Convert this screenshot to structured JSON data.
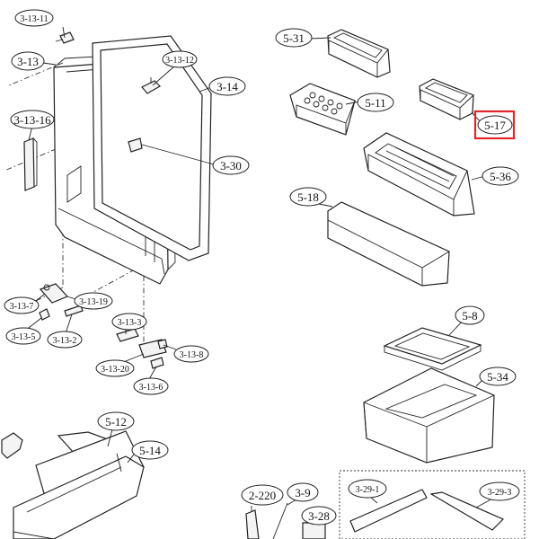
{
  "labels": {
    "l_3_13_11": "3-13-11",
    "l_3_13": "3-13",
    "l_3_13_12": "3-13-12",
    "l_3_14": "3-14",
    "l_3_13_16": "3-13-16",
    "l_3_30": "3-30",
    "l_5_31": "5-31",
    "l_5_11": "5-11",
    "l_5_17": "5-17",
    "l_5_36": "5-36",
    "l_5_18": "5-18",
    "l_3_13_7": "3-13-7",
    "l_3_13_19": "3-13-19",
    "l_3_13_5": "3-13-5",
    "l_3_13_2": "3-13-2",
    "l_3_13_3": "3-13-3",
    "l_3_13_8": "3-13-8",
    "l_3_13_20": "3-13-20",
    "l_3_13_6": "3-13-6",
    "l_5_8": "5-8",
    "l_5_34": "5-34",
    "l_5_12": "5-12",
    "l_5_14": "5-14",
    "l_2_220": "2-220",
    "l_3_9": "3-9",
    "l_3_28": "3-28",
    "l_3_29_1": "3-29-1",
    "l_3_29_3": "3-29-3"
  },
  "highlight": {
    "target": "5-17",
    "color": "#e0262b"
  }
}
